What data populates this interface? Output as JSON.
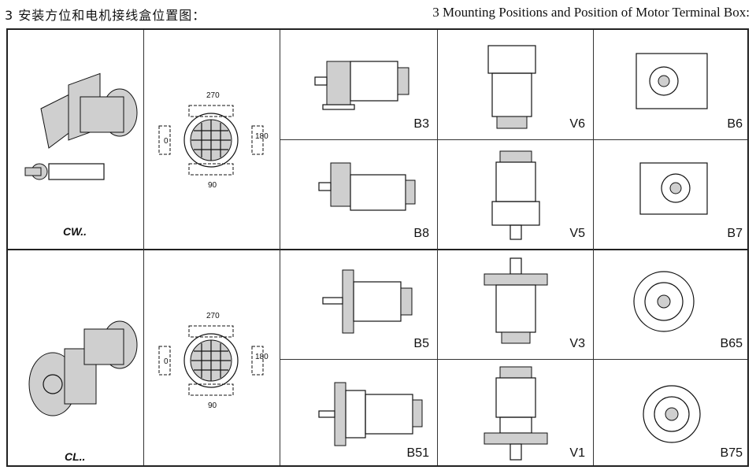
{
  "header": {
    "title_cn": "3 安装方位和电机接线盒位置图：",
    "title_en": "3 Mounting Positions and Position of Motor Terminal Box:"
  },
  "rows": [
    {
      "model": "CW..",
      "terminal_dims": {
        "top": "270",
        "left": "0",
        "right": "180",
        "bottom": "90"
      },
      "positions": [
        "B3",
        "V6",
        "B6",
        "B8",
        "V5",
        "B7"
      ]
    },
    {
      "model": "CL..",
      "terminal_dims": {
        "top": "270",
        "left": "0",
        "right": "180",
        "bottom": "90"
      },
      "positions": [
        "B5",
        "V3",
        "B65",
        "B51",
        "V1",
        "B75"
      ]
    }
  ]
}
